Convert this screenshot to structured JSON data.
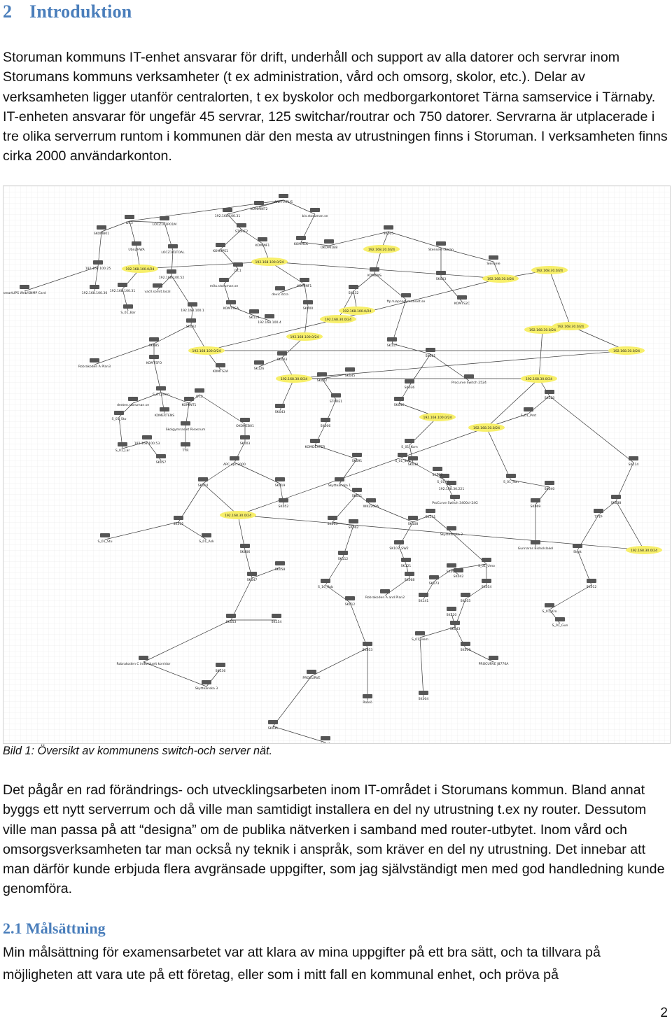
{
  "section": {
    "number": "2",
    "title": "Introduktion",
    "paragraph_1": "Storuman kommuns IT-enhet ansvarar för drift, underhåll och support av alla datorer och servrar inom Storumans kommuns verksamheter (t ex administration, vård och omsorg, skolor, etc.). Delar av verksamheten ligger utanför centralorten, t ex byskolor och medborgarkontoret Tärna samservice i Tärnaby. IT-enheten ansvarar för ungefär 45 servrar, 125 switchar/routrar och 750 datorer. Servrarna är utplacerade i tre olika serverrum runtom i kommunen där den mesta av utrustningen finns i Storuman. I verksamheten finns cirka 2000 användarkonton.",
    "figure_caption": "Bild 1: Översikt av kommunens switch-och server nät.",
    "paragraph_2": "Det pågår en rad förändrings- och utvecklingsarbeten inom IT-området i Storumans kommun. Bland annat byggs ett nytt serverrum och då ville man samtidigt installera en del ny utrustning t.ex ny router. Dessutom ville man passa på att “designa” om de publika nätverken i samband med router-utbytet. Inom vård och omsorgsverksamheten tar man också ny teknik i anspråk, som kräver en del ny utrustning. Det innebar att man därför kunde erbjuda flera avgränsade uppgifter, som jag självständigt men med god handledning kunde genomföra."
  },
  "subsection": {
    "number": "2.1",
    "title": "Målsättning",
    "paragraph": "Min målsättning för examensarbetet var att klara av mina uppgifter på ett bra sätt, och ta tillvara på möjligheten att vara ute på ett företag, eller som i mitt fall en kommunal enhet, och pröva på"
  },
  "page_number": "2",
  "diagram": {
    "colors": {
      "grid": "#e8e8e8",
      "edge": "#3a3a3a",
      "subnet": "#f7ef6a",
      "device": "#555555"
    },
    "nodes": [
      {
        "id": "n0",
        "label": "ANTI-VIRUS"
      },
      {
        "id": "n1",
        "label": "DC3"
      },
      {
        "id": "n2",
        "label": "LOCZ101PO1M"
      },
      {
        "id": "n3",
        "label": "192.168.100.31"
      },
      {
        "id": "n4",
        "label": "KOMMINT2"
      },
      {
        "id": "n5",
        "label": "bis.storuman.se"
      },
      {
        "id": "n6",
        "label": "SKOMB01"
      },
      {
        "id": "n7",
        "label": "UbnZHWA"
      },
      {
        "id": "n8",
        "label": "LOCZ101TOAL"
      },
      {
        "id": "n9",
        "label": "STORE2"
      },
      {
        "id": "n10",
        "label": "KOMINF1"
      },
      {
        "id": "n11",
        "label": "KOMMEK"
      },
      {
        "id": "n12",
        "label": "OKOMI1B8"
      },
      {
        "id": "n13",
        "label": "SK005"
      },
      {
        "id": "n14",
        "label": "192.168.100.25"
      },
      {
        "id": "n15",
        "label": "192.168.100.0/24"
      },
      {
        "id": "n16",
        "label": "192.168.100.52"
      },
      {
        "id": "n17",
        "label": "KOMSPS1"
      },
      {
        "id": "n18",
        "label": "192.168.100.0/24"
      },
      {
        "id": "n19",
        "label": "192.168.20.0/24"
      },
      {
        "id": "n20",
        "label": "Stensele skolan"
      },
      {
        "id": "n21",
        "label": "Slensele"
      },
      {
        "id": "n22",
        "label": "smartUPS Web/SNMP Card"
      },
      {
        "id": "n23",
        "label": "192.168.100.30"
      },
      {
        "id": "n24",
        "label": "192.168.100.31"
      },
      {
        "id": "n25",
        "label": "vacll.somit.local"
      },
      {
        "id": "n26",
        "label": "DC1"
      },
      {
        "id": "n27",
        "label": "m0u.storuman.se"
      },
      {
        "id": "n28",
        "label": "KOMINF1"
      },
      {
        "id": "n29",
        "label": "KOMEMS"
      },
      {
        "id": "n30",
        "label": "SK003"
      },
      {
        "id": "n31",
        "label": "192.168.30.0/24"
      },
      {
        "id": "n32",
        "label": "192.168.30.0/24"
      },
      {
        "id": "n33",
        "label": "S_01_Bar"
      },
      {
        "id": "n34",
        "label": "192.168.100.1"
      },
      {
        "id": "n35",
        "label": "KOMTSSA"
      },
      {
        "id": "n36",
        "label": "devic.dcra"
      },
      {
        "id": "n37",
        "label": "SK000"
      },
      {
        "id": "n38",
        "label": "ftp.tuapnogymnasiet.se"
      },
      {
        "id": "n39",
        "label": "SK119"
      },
      {
        "id": "n40",
        "label": "192.168.100.4"
      },
      {
        "id": "n41",
        "label": "KOMTS2C"
      },
      {
        "id": "n42",
        "label": "SK132"
      },
      {
        "id": "n43",
        "label": "192.168.30.0/24"
      },
      {
        "id": "n44",
        "label": "SK062"
      },
      {
        "id": "n45",
        "label": "192.168.100.0/24"
      },
      {
        "id": "n46",
        "label": "192.168.30.0/24"
      },
      {
        "id": "n47",
        "label": "SK085"
      },
      {
        "id": "n48",
        "label": "192.168.100.0/24"
      },
      {
        "id": "n49",
        "label": "192.168.100.0/24"
      },
      {
        "id": "n50",
        "label": "192.168.30.0/24"
      },
      {
        "id": "n51",
        "label": "SK117"
      },
      {
        "id": "n52",
        "label": "192.168.30.0/24"
      },
      {
        "id": "n53",
        "label": "Robrakoden A Plan3"
      },
      {
        "id": "n54",
        "label": "KOMTSFO"
      },
      {
        "id": "n55",
        "label": "KOMTS2A"
      },
      {
        "id": "n56",
        "label": "SK003"
      },
      {
        "id": "n57",
        "label": "SK081"
      },
      {
        "id": "n58",
        "label": "SK126"
      },
      {
        "id": "n59",
        "label": "192.168.30.0/24"
      },
      {
        "id": "n60",
        "label": "SK002"
      },
      {
        "id": "n61",
        "label": "SK045"
      },
      {
        "id": "n62",
        "label": "SK036"
      },
      {
        "id": "n63",
        "label": "Procurve Switch 2524"
      },
      {
        "id": "n64",
        "label": "192.168.30.0/24"
      },
      {
        "id": "n65",
        "label": "S_01_Umn"
      },
      {
        "id": "n66",
        "label": "dexten.storuman.se"
      },
      {
        "id": "n67",
        "label": "KOMINT1"
      },
      {
        "id": "n68",
        "label": "DC2"
      },
      {
        "id": "n69",
        "label": "STORE1"
      },
      {
        "id": "n70",
        "label": "SK046"
      },
      {
        "id": "n71",
        "label": "SK120"
      },
      {
        "id": "n72",
        "label": "S_01_Pmt"
      },
      {
        "id": "n73",
        "label": "S_01_Sto"
      },
      {
        "id": "n74",
        "label": "KOMEXTENS"
      },
      {
        "id": "n75",
        "label": "192.168.100.0/24"
      },
      {
        "id": "n76",
        "label": "Skolgymnasiet Riexsrum"
      },
      {
        "id": "n77",
        "label": "OKOMEB01"
      },
      {
        "id": "n78",
        "label": "SK043"
      },
      {
        "id": "n79",
        "label": "SK003"
      },
      {
        "id": "n80",
        "label": "SK006"
      },
      {
        "id": "n81",
        "label": "192.168.30.0/24"
      },
      {
        "id": "n82",
        "label": "S_01_Lar"
      },
      {
        "id": "n83",
        "label": "192.168.100.53"
      },
      {
        "id": "n84",
        "label": "TYR"
      },
      {
        "id": "n85",
        "label": "KOMDEXTER"
      },
      {
        "id": "n86",
        "label": "S_01_Kom"
      },
      {
        "id": "n87",
        "label": "SK057"
      },
      {
        "id": "n88",
        "label": "APC ups 3000"
      },
      {
        "id": "n89",
        "label": "SK091"
      },
      {
        "id": "n90",
        "label": "SK038"
      },
      {
        "id": "n91",
        "label": "S_01_Sky"
      },
      {
        "id": "n92",
        "label": "S_01_Nor"
      },
      {
        "id": "n93",
        "label": "S_01_Roh"
      },
      {
        "id": "n94",
        "label": "SK114"
      },
      {
        "id": "n95",
        "label": "SK014"
      },
      {
        "id": "n96",
        "label": "SK019"
      },
      {
        "id": "n97",
        "label": "Skytteanska 1"
      },
      {
        "id": "n98",
        "label": "SK037"
      },
      {
        "id": "n99",
        "label": "SK040"
      },
      {
        "id": "n100",
        "label": "SK069"
      },
      {
        "id": "n101",
        "label": "SK011"
      },
      {
        "id": "n102",
        "label": "ProCurve Switch 3400cl-24G"
      },
      {
        "id": "n103",
        "label": "SK038"
      },
      {
        "id": "n104",
        "label": "SK015"
      },
      {
        "id": "n105",
        "label": "192.168.30.0/24"
      },
      {
        "id": "n106",
        "label": "SK052"
      },
      {
        "id": "n107",
        "label": "WK2200A"
      },
      {
        "id": "n108",
        "label": "TFTP"
      },
      {
        "id": "n109",
        "label": "192.168.30.221"
      },
      {
        "id": "n110",
        "label": "SK108"
      },
      {
        "id": "n111",
        "label": "SK013"
      },
      {
        "id": "n112",
        "label": "SK062"
      },
      {
        "id": "n113",
        "label": "S_01_Stu"
      },
      {
        "id": "n114",
        "label": "S_01_Ask"
      },
      {
        "id": "n115",
        "label": "SK131"
      },
      {
        "id": "n116",
        "label": "Skytteanska 2"
      },
      {
        "id": "n117",
        "label": "192.168.30.0/24"
      },
      {
        "id": "n118",
        "label": "SK006"
      },
      {
        "id": "n119",
        "label": "SK047"
      },
      {
        "id": "n120",
        "label": "SK107_SW2"
      },
      {
        "id": "n121",
        "label": "Gunnarns Bisholslakel"
      },
      {
        "id": "n122",
        "label": "Skytt"
      },
      {
        "id": "n123",
        "label": "SK058"
      },
      {
        "id": "n124",
        "label": "SK112"
      },
      {
        "id": "n125",
        "label": "SK121"
      },
      {
        "id": "n126",
        "label": "S_01_Umo"
      },
      {
        "id": "n127",
        "label": "SK010"
      },
      {
        "id": "n128",
        "label": "SK073"
      },
      {
        "id": "n129",
        "label": "SK068"
      },
      {
        "id": "n130",
        "label": "SK042"
      },
      {
        "id": "n131",
        "label": "SK054"
      },
      {
        "id": "n132",
        "label": "SK012"
      },
      {
        "id": "n133",
        "label": "SK141"
      },
      {
        "id": "n134",
        "label": "SK055"
      },
      {
        "id": "n135",
        "label": "S_16_Rob"
      },
      {
        "id": "n136",
        "label": "Robrakoden  A and Plan2"
      },
      {
        "id": "n137",
        "label": "SK012"
      },
      {
        "id": "n138",
        "label": "SK053"
      },
      {
        "id": "n139",
        "label": "S_01_Kro"
      },
      {
        "id": "n140",
        "label": "SK154"
      },
      {
        "id": "n141",
        "label": "S_01_Gun"
      },
      {
        "id": "n142",
        "label": "SK043"
      },
      {
        "id": "n143",
        "label": "SK120"
      },
      {
        "id": "n144",
        "label": "S_01_Hem"
      },
      {
        "id": "n145",
        "label": "Robrakoden C individuelt korridor"
      },
      {
        "id": "n146",
        "label": "SK053"
      },
      {
        "id": "n147",
        "label": "SK019"
      },
      {
        "id": "n148",
        "label": "PROCURVE J8770A"
      },
      {
        "id": "n149",
        "label": "PROCURVE"
      },
      {
        "id": "n150",
        "label": "Skytteanska 3"
      },
      {
        "id": "n151",
        "label": "SK136"
      },
      {
        "id": "n152",
        "label": "SK004"
      },
      {
        "id": "n153",
        "label": "Robrö"
      },
      {
        "id": "n154",
        "label": "SK031"
      },
      {
        "id": "n155",
        "label": "SK041"
      },
      {
        "id": "n156",
        "label": "S_01_Sam"
      },
      {
        "id": "n157",
        "label": "SK016"
      },
      {
        "id": "n158",
        "label": "Gunnarns skola"
      },
      {
        "id": "n159",
        "label": "Gunnarnsskola"
      },
      {
        "id": "n160",
        "label": "SK055"
      },
      {
        "id": "n161",
        "label": "SK060"
      }
    ]
  }
}
